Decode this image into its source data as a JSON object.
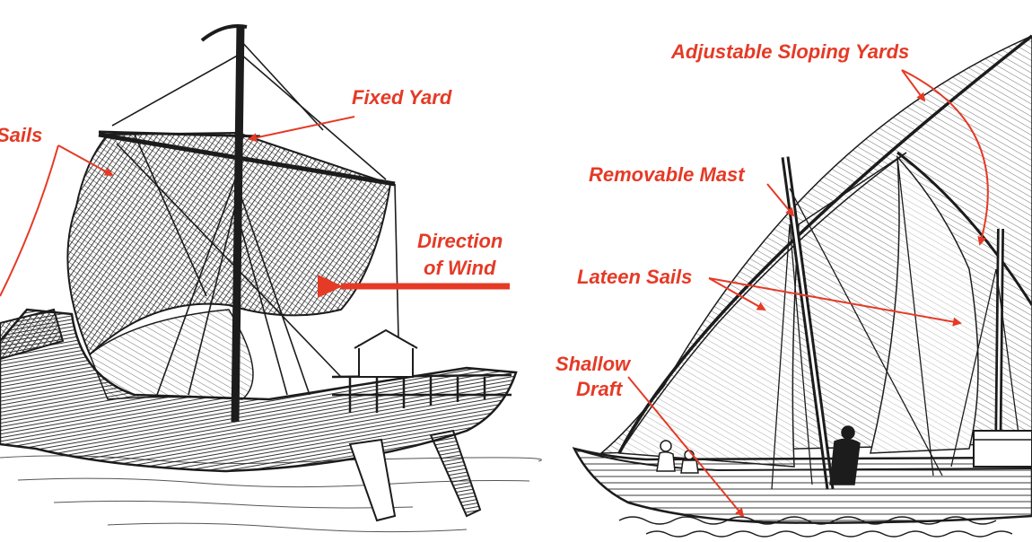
{
  "colors": {
    "accent": "#e53a26",
    "ink": "#1c1c1c",
    "paper": "#ffffff"
  },
  "left_figure": {
    "subject": "square-rigged-ship-engraving",
    "labels": {
      "sails": "Sails",
      "fixed_yard": "Fixed Yard",
      "direction_line1": "Direction",
      "direction_line2": "of Wind"
    }
  },
  "right_figure": {
    "subject": "lateen-rigged-boat-drawing",
    "labels": {
      "adjustable_yards": "Adjustable Sloping Yards",
      "removable_mast": "Removable Mast",
      "lateen_sails": "Lateen Sails",
      "shallow_line1": "Shallow",
      "shallow_line2": "Draft"
    }
  }
}
